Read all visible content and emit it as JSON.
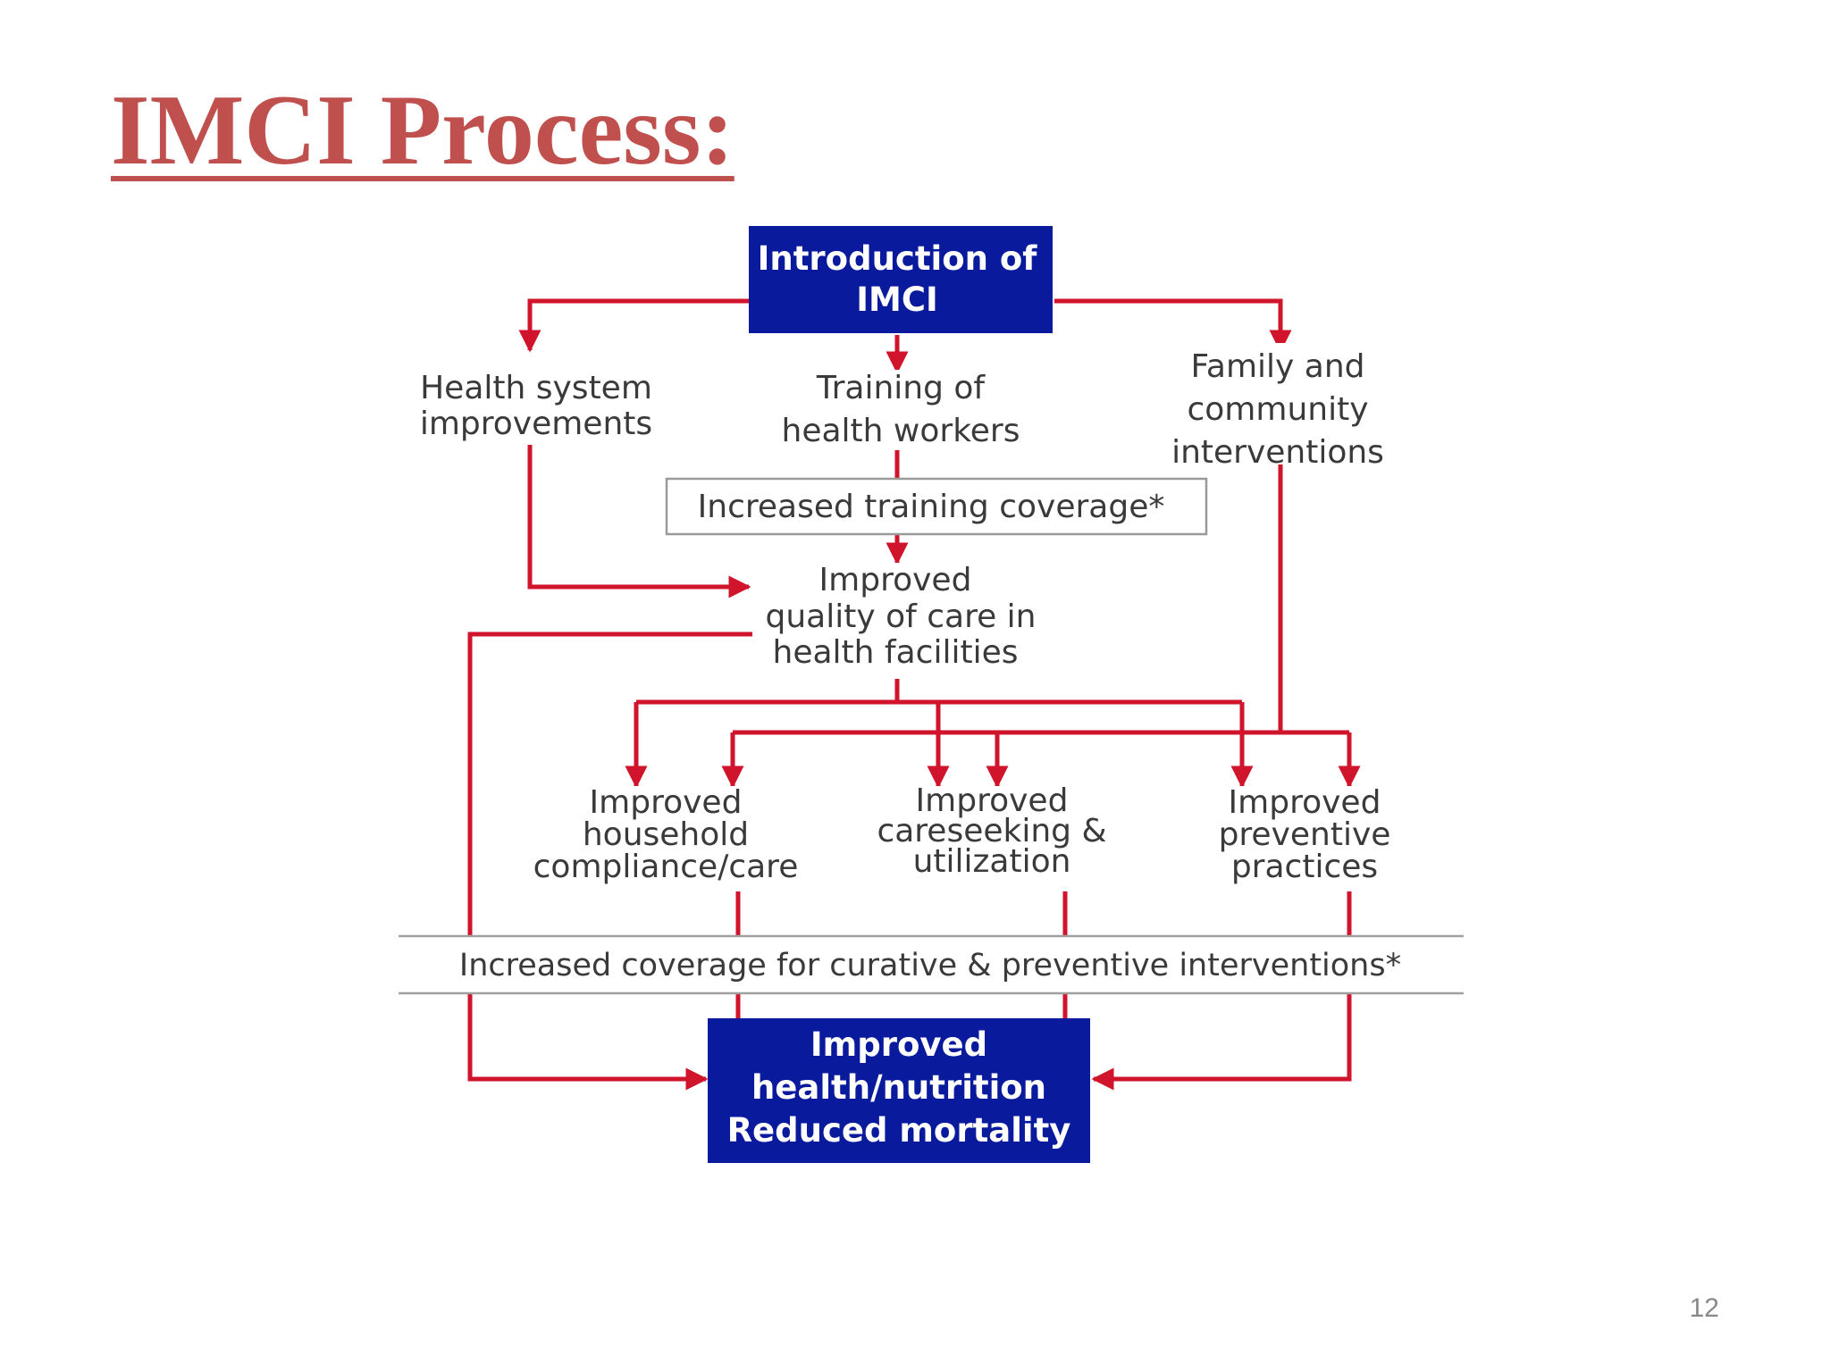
{
  "slide": {
    "title": "IMCI Process:",
    "page_number": "12"
  },
  "diagram": {
    "intro_box": [
      "Introduction of",
      "IMCI"
    ],
    "health_system": [
      "Health system",
      "improvements"
    ],
    "training": [
      "Training of",
      "health workers"
    ],
    "family": [
      "Family and",
      "community",
      "interventions"
    ],
    "training_coverage": "Increased training coverage*",
    "quality": [
      "Improved",
      "quality of care in",
      "health facilities"
    ],
    "household": [
      "Improved",
      "household",
      "compliance/care"
    ],
    "careseeking": [
      "Improved",
      "careseeking &",
      "utilization"
    ],
    "preventive": [
      "Improved",
      "preventive",
      "practices"
    ],
    "coverage_band": "Increased coverage for curative & preventive interventions*",
    "outcome_box": [
      "Improved",
      "health/nutrition",
      "Reduced mortality"
    ],
    "colors": {
      "title": "#c0504d",
      "box_fill": "#0a1a9c",
      "arrow": "#d0142c",
      "text": "#3a3a3a"
    }
  }
}
